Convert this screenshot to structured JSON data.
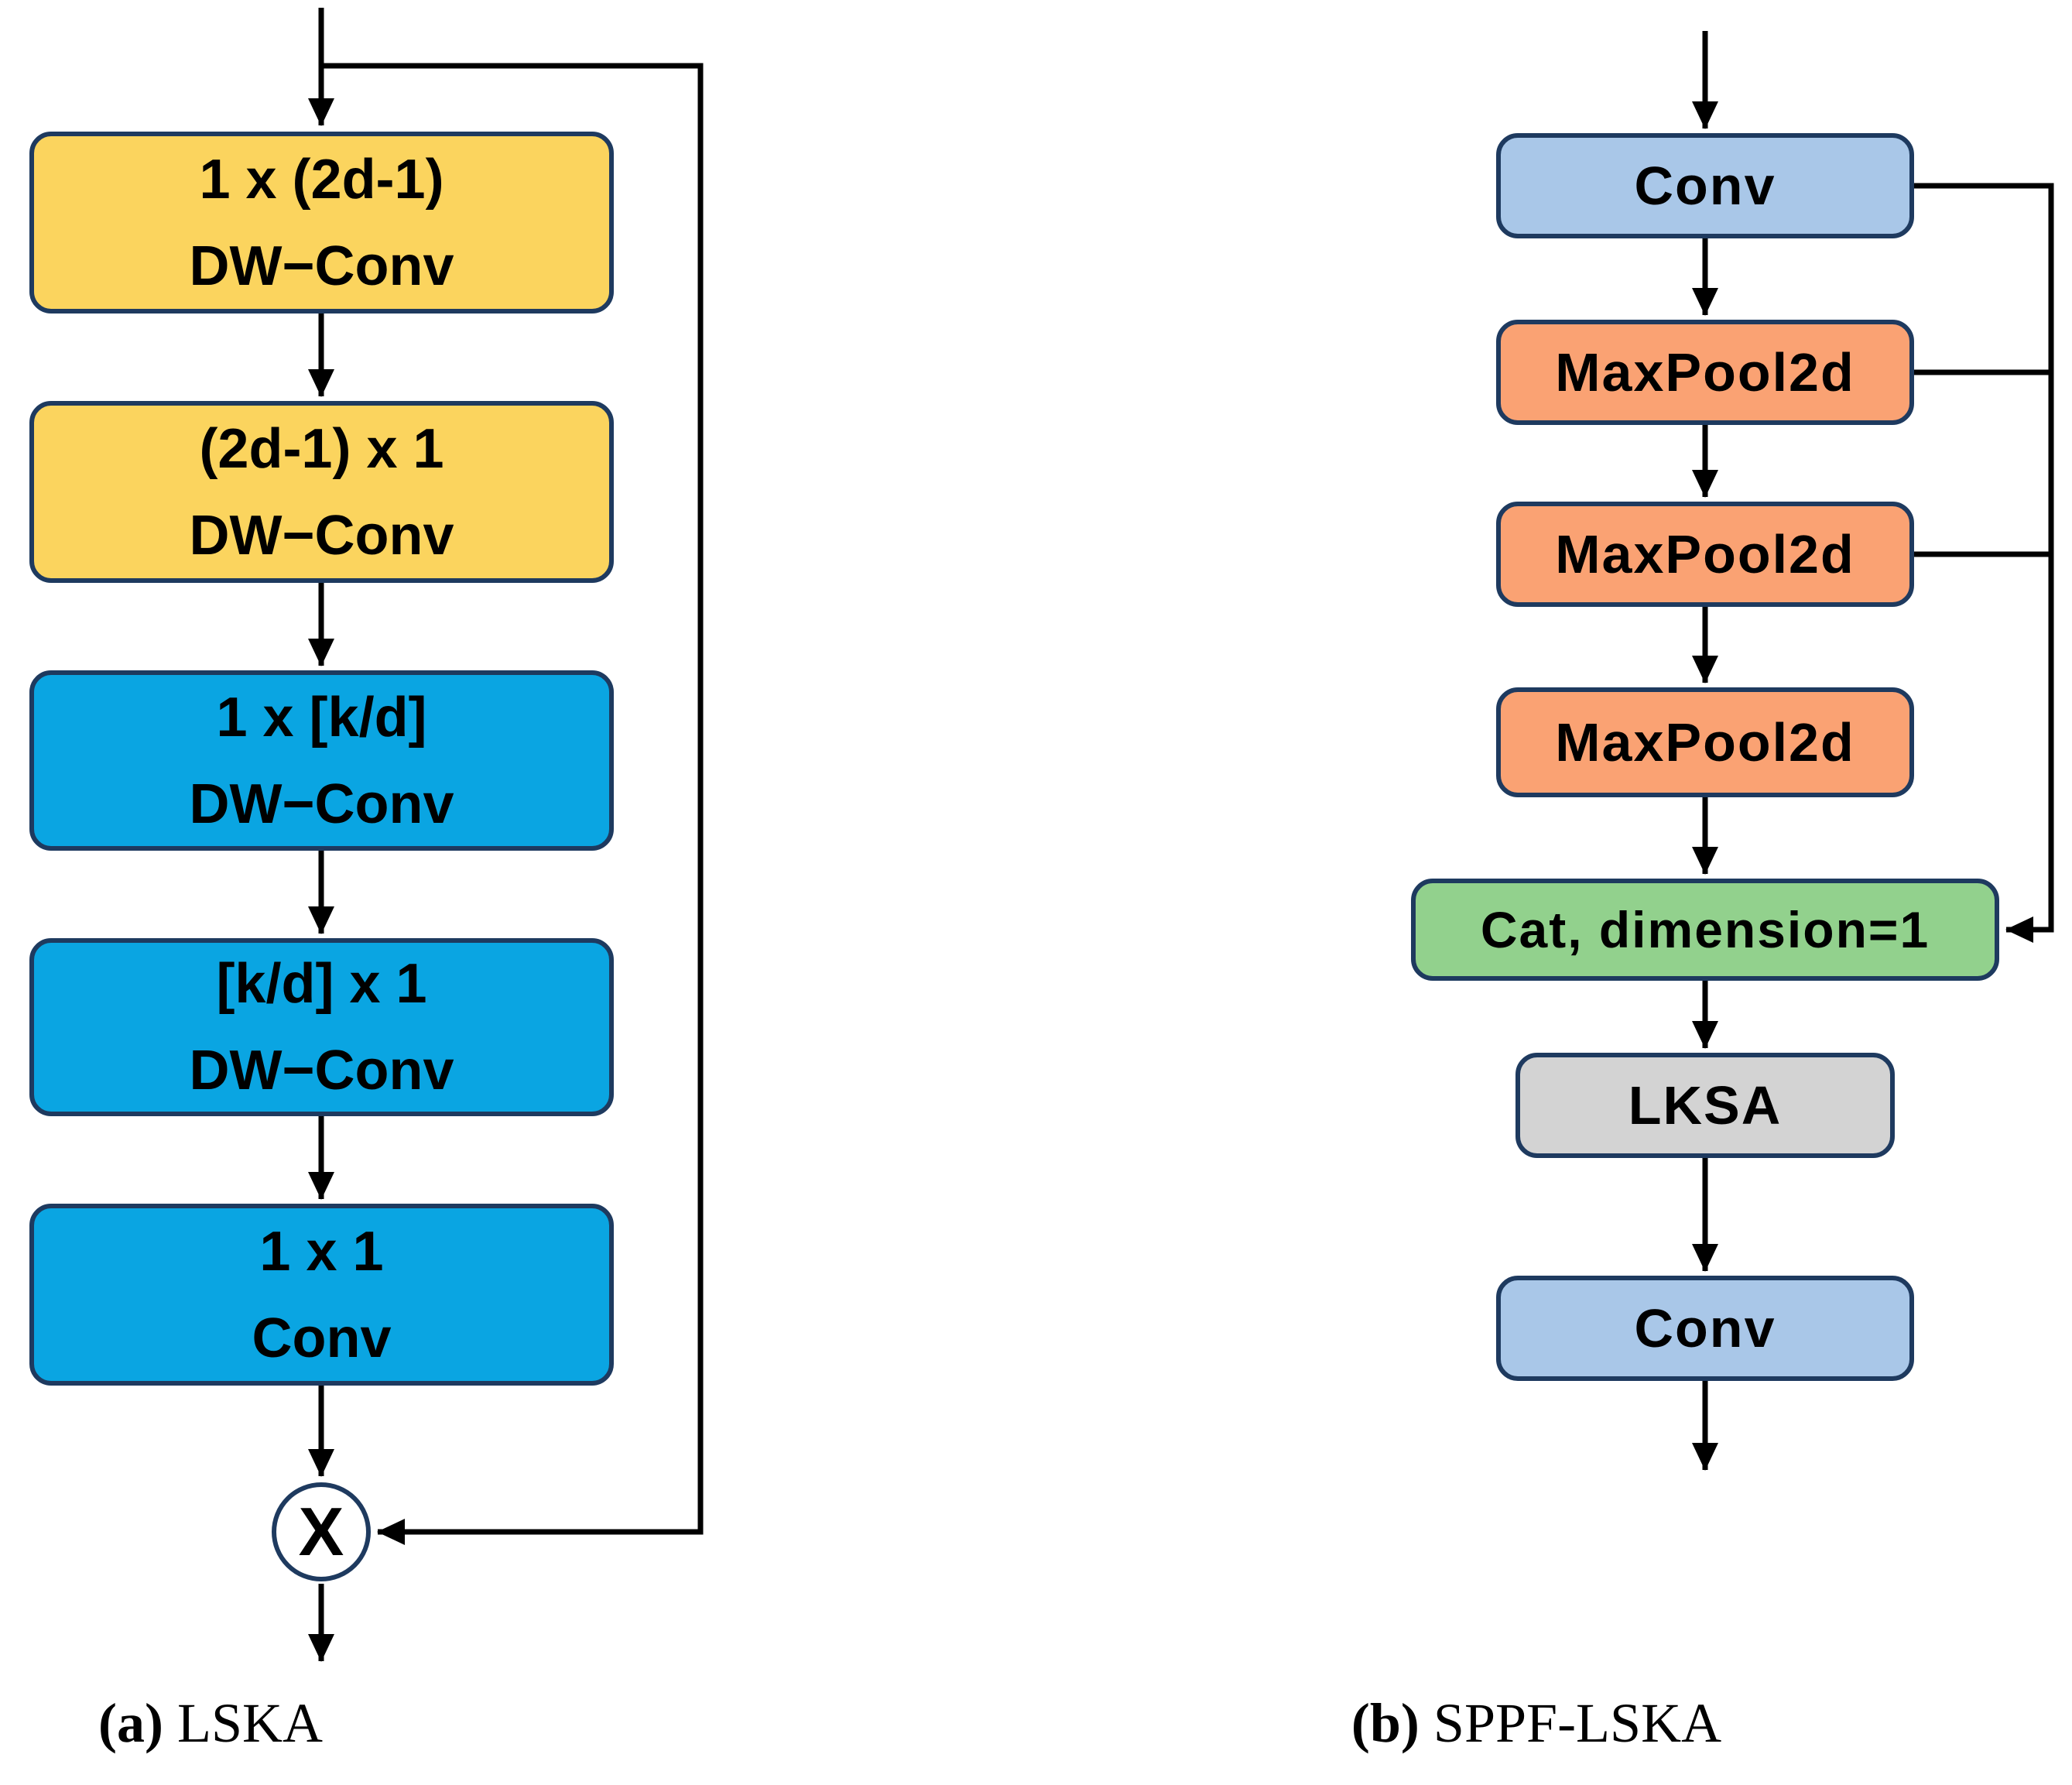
{
  "figure": {
    "type": "flowchart",
    "panels": [
      "LSKA block",
      "SPPF-LSKA block"
    ]
  },
  "diagram_a": {
    "caption_prefix": "(a)",
    "caption_label": "LSKA",
    "boxes": [
      {
        "line1": "1 x (2d-1)",
        "line2": "DW−Conv",
        "color_role": "yellow"
      },
      {
        "line1": "(2d-1) x 1",
        "line2": "DW−Conv",
        "color_role": "yellow"
      },
      {
        "line1": "1 x [k/d]",
        "line2": "DW−Conv",
        "color_role": "cyan"
      },
      {
        "line1": "[k/d] x 1",
        "line2": "DW−Conv",
        "color_role": "cyan"
      },
      {
        "line1": "1 x 1",
        "line2": "Conv",
        "color_role": "cyan"
      }
    ],
    "multiply_symbol": "X",
    "has_residual_skip": true
  },
  "diagram_b": {
    "caption_prefix": "(b)",
    "caption_label": "SPPF-LSKA",
    "boxes": [
      {
        "label": "Conv",
        "color_role": "lightblue"
      },
      {
        "label": "MaxPool2d",
        "color_role": "orange"
      },
      {
        "label": "MaxPool2d",
        "color_role": "orange"
      },
      {
        "label": "MaxPool2d",
        "color_role": "orange"
      },
      {
        "label": "Cat, dimension=1",
        "color_role": "green"
      },
      {
        "label": "LKSA",
        "color_role": "gray"
      },
      {
        "label": "Conv",
        "color_role": "lightblue"
      }
    ],
    "skip_sources": [
      "Conv",
      "MaxPool2d",
      "MaxPool2d"
    ],
    "skip_target": "Cat, dimension=1"
  },
  "colors": {
    "yellow": "#FBD45E",
    "cyan": "#0AA5E2",
    "lightblue": "#A9C7E8",
    "orange": "#FAA273",
    "green": "#92D18D",
    "gray": "#D3D3D3",
    "border": "#1E3A5F",
    "line": "#000000"
  }
}
